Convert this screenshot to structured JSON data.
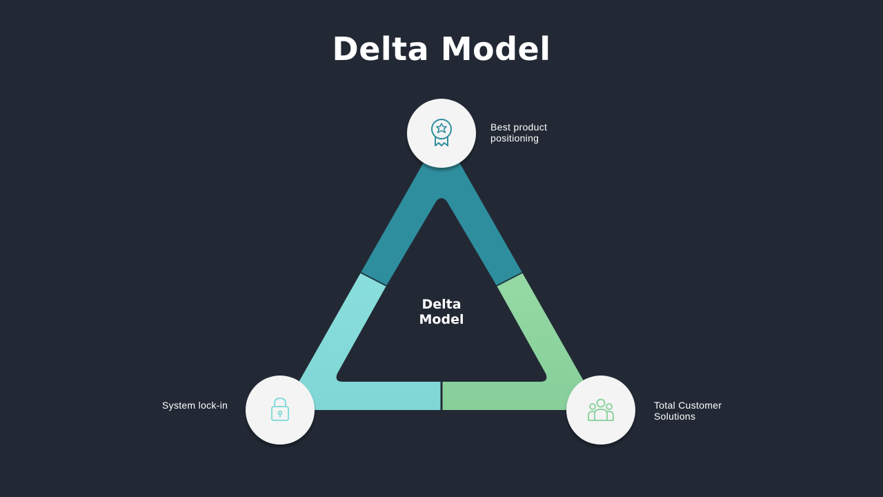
{
  "title": "Delta Model",
  "center": {
    "line1": "Delta",
    "line2": "Model"
  },
  "nodes": [
    {
      "id": "top",
      "icon": "award-badge-icon",
      "label_lines": [
        "Best product",
        "positioning"
      ],
      "color": "#2f8e9e"
    },
    {
      "id": "left",
      "icon": "lock-icon",
      "label_lines": [
        "System lock-in"
      ],
      "color": "#84dbd8"
    },
    {
      "id": "right",
      "icon": "people-group-icon",
      "label_lines": [
        "Total Customer",
        "Solutions"
      ],
      "color": "#8dd3a0"
    }
  ],
  "colors": {
    "background": "#222935",
    "circle": "#f4f4f4"
  }
}
